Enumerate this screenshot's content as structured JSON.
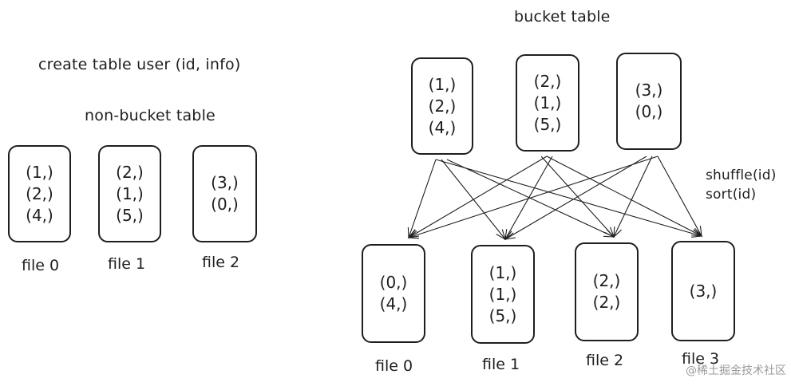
{
  "left": {
    "statement": "create table user (id, info)",
    "title": "non-bucket table",
    "boxes": [
      {
        "rows": [
          "(1,)",
          "(2,)",
          "(4,)"
        ],
        "label": "file 0"
      },
      {
        "rows": [
          "(2,)",
          "(1,)",
          "(5,)"
        ],
        "label": "file 1"
      },
      {
        "rows": [
          "(3,)",
          "(0,)"
        ],
        "label": "file 2"
      }
    ]
  },
  "right": {
    "title": "bucket table",
    "ops": [
      "shuffle(id)",
      "sort(id)"
    ],
    "source_boxes": [
      {
        "rows": [
          "(1,)",
          "(2,)",
          "(4,)"
        ]
      },
      {
        "rows": [
          "(2,)",
          "(1,)",
          "(5,)"
        ]
      },
      {
        "rows": [
          "(3,)",
          "(0,)"
        ]
      }
    ],
    "target_boxes": [
      {
        "rows": [
          "(0,)",
          "(4,)"
        ],
        "label": "file 0"
      },
      {
        "rows": [
          "(1,)",
          "(1,)",
          "(5,)"
        ],
        "label": "file 1"
      },
      {
        "rows": [
          "(2,)",
          "(2,)"
        ],
        "label": "file 2"
      },
      {
        "rows": [
          "(3,)"
        ],
        "label": "file 3"
      }
    ]
  },
  "watermark": "@稀土掘金技术社区"
}
